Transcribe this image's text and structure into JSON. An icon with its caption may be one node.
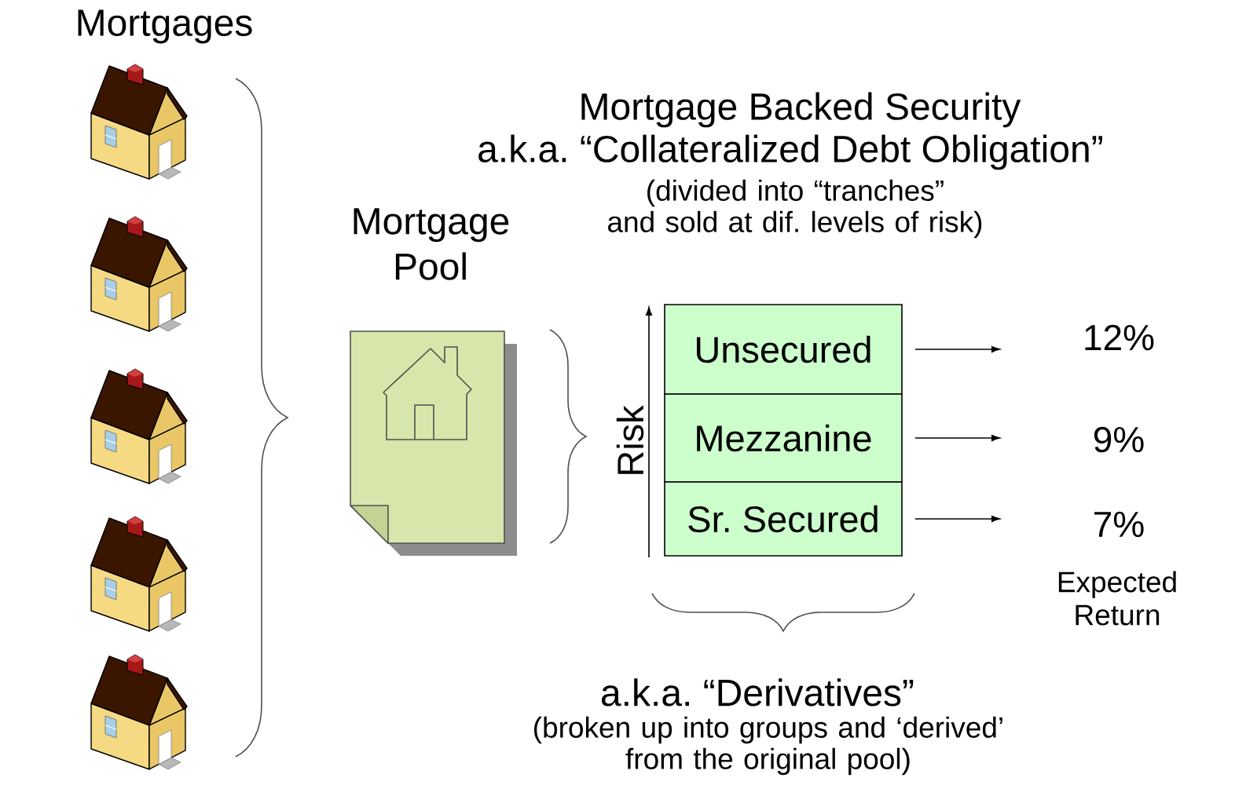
{
  "diagram": {
    "nodes": [
      {
        "text": [],
        "shape": "picture"
      },
      {
        "text": [],
        "shape": "picture"
      },
      {
        "text": [],
        "shape": "picture"
      },
      {
        "text": [],
        "shape": "picture"
      },
      {
        "text": [],
        "shape": "picture"
      },
      {
        "text": [
          "Mortgage Pool"
        ]
      },
      {
        "text": [
          "Unsecured"
        ]
      },
      {
        "text": [
          "Mezzanine"
        ]
      },
      {
        "text": [
          "Sr. Secured"
        ]
      },
      {
        "text": [
          "12%"
        ]
      },
      {
        "text": [
          "9%"
        ]
      },
      {
        "text": [
          "7%"
        ]
      }
    ],
    "edges": [
      {
        "from": 6,
        "to": 9,
        "arrow": "to"
      },
      {
        "from": 7,
        "to": 10,
        "arrow": "to"
      },
      {
        "from": 8,
        "to": 11,
        "arrow": "to"
      }
    ],
    "labels": [
      "Mortgages",
      "Mortgage Backed Security",
      "a.k.a. “Collateralized Debt Obligation”",
      "(divided into “tranches” and sold at dif. levels of risk)",
      "Risk",
      "Expected Return",
      "a.k.a. “Derivatives”",
      "(broken up into groups and ‘derived’ from the original pool)"
    ]
  }
}
